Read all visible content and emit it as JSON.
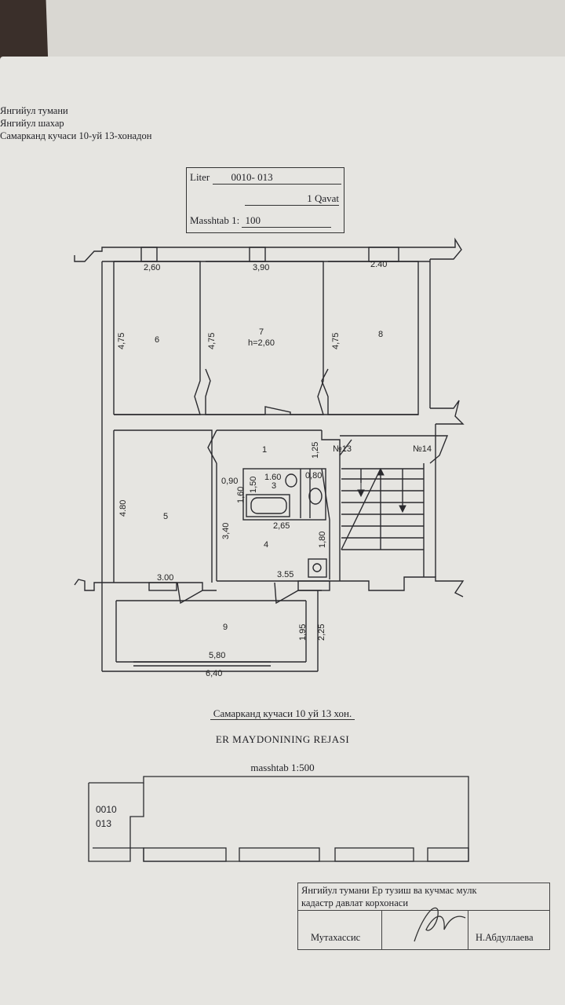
{
  "address": {
    "line1": "Янгийул тумани",
    "line2": "Янгийул шахар",
    "line3": "Самарканд кучаси 10-уй 13-хонадон"
  },
  "title_block": {
    "liter_label": "Liter",
    "liter_value": "0010- 013",
    "floor": "1  Qavat",
    "scale_label": "Masshtab 1:",
    "scale_value": "100"
  },
  "rooms": {
    "r1": "1",
    "r3": "3",
    "r4": "4",
    "r5": "5",
    "r6": "6",
    "r7": "7",
    "r7_height": "h=2,60",
    "r8": "8",
    "r9": "9",
    "apt13": "№13",
    "apt14": "№14"
  },
  "dimensions": {
    "d260": "2,60",
    "d390": "3,90",
    "d240": "2.40",
    "d475a": "4,75",
    "d475b": "4,75",
    "d475c": "4,75",
    "d480": "4.80",
    "d300": "3.00",
    "d340": "3,40",
    "d090": "0,90",
    "d160a": "1,60",
    "d150": "1,50",
    "d160b": "1.60",
    "d080": "0,80",
    "d265": "2,65",
    "d180": "1,80",
    "d355": "3.55",
    "d125": "1,25",
    "d195": "1,95",
    "d225": "2,25",
    "d580": "5,80",
    "d640": "6,40"
  },
  "site_plan": {
    "caption": "Самарканд  кучаси  10 уй 13 хон.",
    "heading": "ER  MAYDONINING  REJASI",
    "scale": "masshtab 1:500",
    "code_line1": "0010",
    "code_line2": "013"
  },
  "stamp": {
    "org_line1": "Янгийул тумани Ер тузиш ва кучмас мулк",
    "org_line2": "кадастр давлат корхонаси",
    "role": "Мутахассис",
    "name": "Н.Абдуллаева"
  }
}
